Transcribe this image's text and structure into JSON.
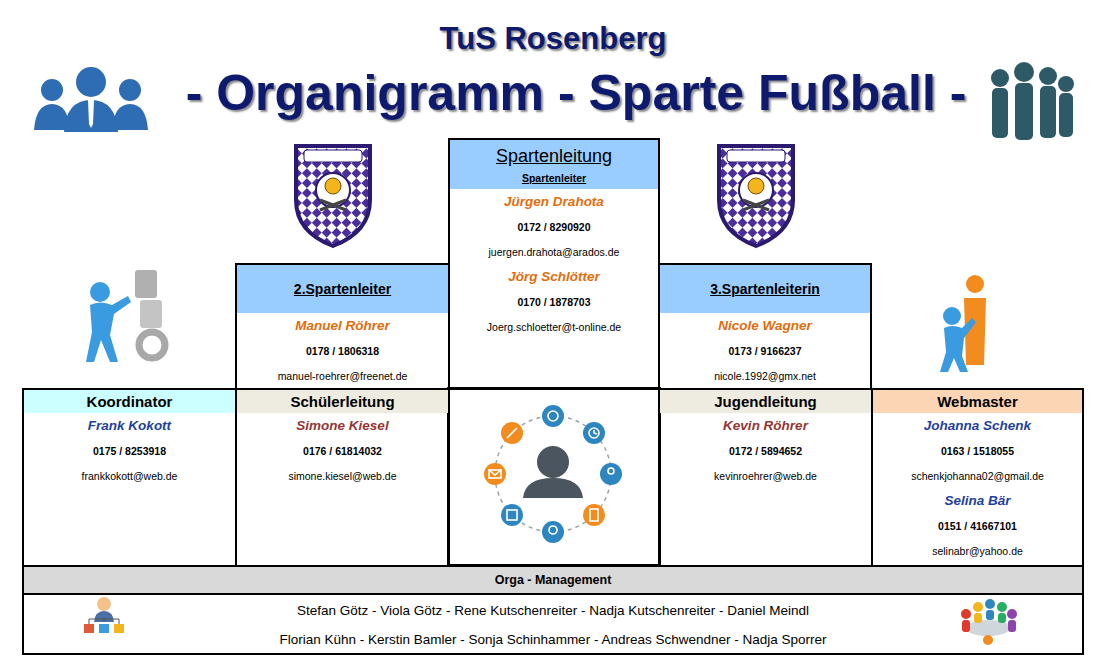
{
  "diagram": {
    "title": "TuS Rosenberg",
    "nodes": [
      {
        "text": [
          "Spartenleitung",
          "Spartenleiter",
          "Jürgen Drahota",
          "0172 / 8290920",
          "juergen.drahota@arados.de",
          "Jörg Schlötter",
          "0170 / 1878703",
          "Joerg.schloetter@t-online.de"
        ]
      },
      {
        "text": [
          "2.Spartenleiter",
          "Manuel Röhrer",
          "0178 / 1806318",
          "manuel-roehrer@freenet.de"
        ]
      },
      {
        "text": [
          "3.Spartenleiterin",
          "Nicole Wagner",
          "0173 / 9166237",
          "nicole.1992@gmx.net"
        ]
      },
      {
        "text": [
          "Koordinator",
          "Frank Kokott",
          "0175 / 8253918",
          "frankkokott@web.de"
        ]
      },
      {
        "text": [
          "Schülerleitung",
          "Simone Kiesel",
          "0176 / 61814032",
          "simone.kiesel@web.de"
        ]
      },
      {
        "text": [
          "Jugendleitung",
          "Kevin Röhrer",
          "0172 / 5894652",
          "kevinroehrer@web.de"
        ]
      },
      {
        "text": [
          "Webmaster",
          "Johanna Schenk",
          "0163 / 1518055",
          "schenkjohanna02@gmail.de",
          "Selina Bär",
          "0151 / 41667101",
          "selinabr@yahoo.de"
        ]
      },
      {
        "text": [
          "Orga - Management",
          "Stefan Götz - Viola Götz - Rene Kutschenreiter - Nadja Kutschenreiter - Daniel Meindl",
          "Florian Kühn - Kerstin Bamler - Sonja Schinhammer - Andreas Schwendner - Nadja Sporrer"
        ]
      }
    ],
    "labels": [
      "- Organigramm - Sparte Fußball -"
    ]
  }
}
